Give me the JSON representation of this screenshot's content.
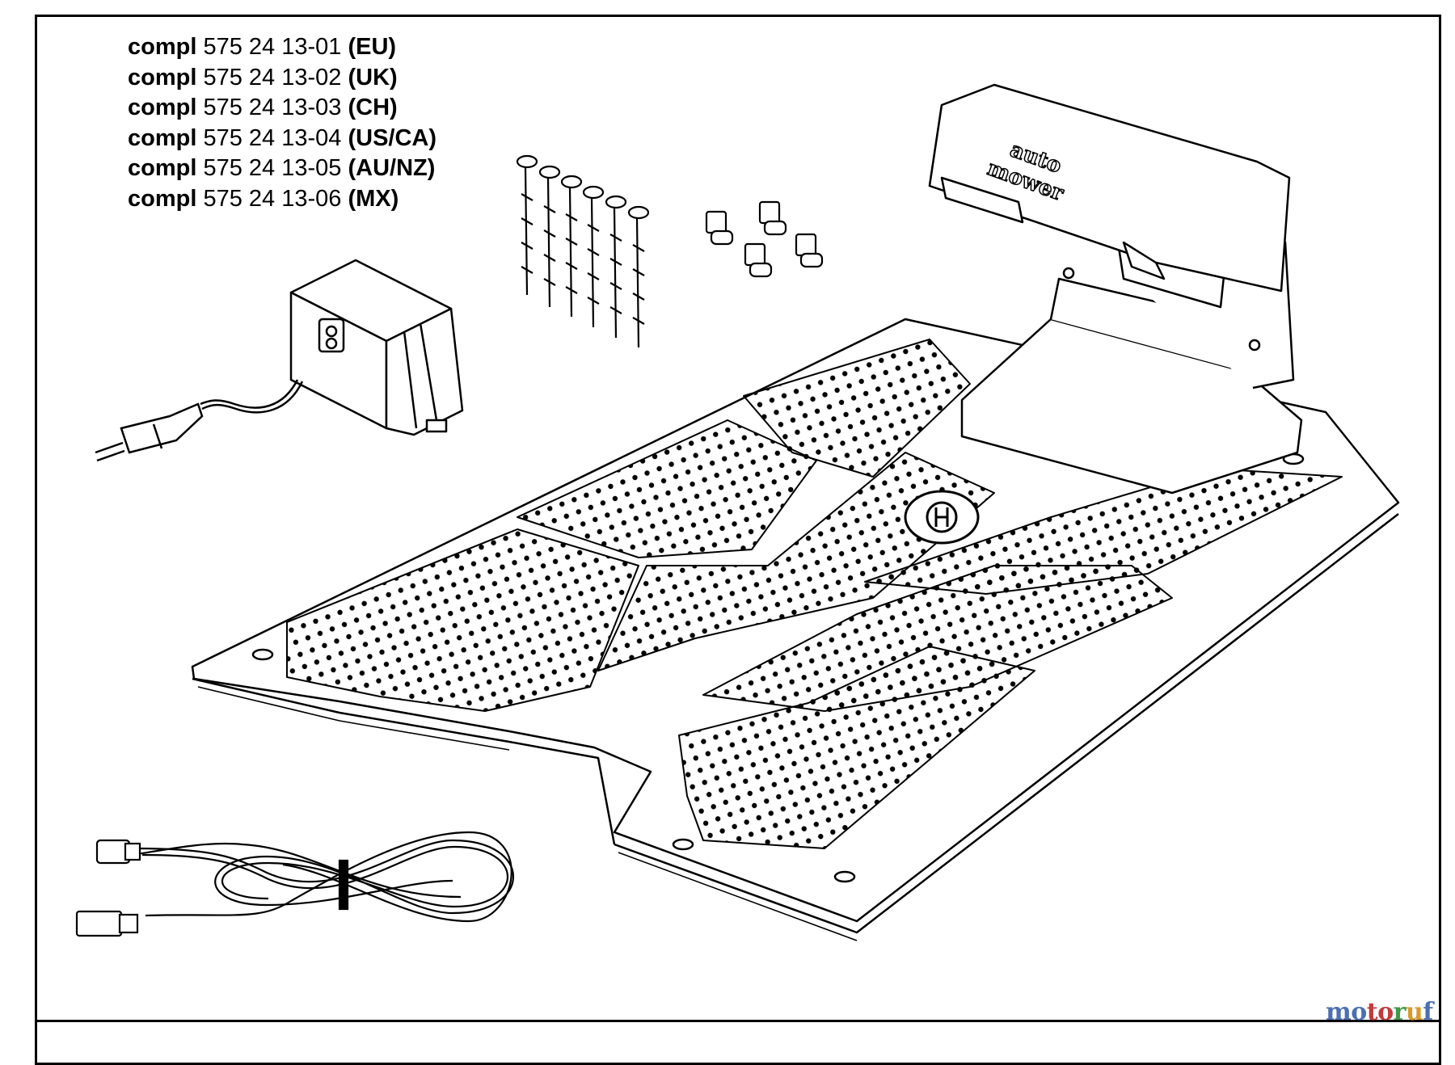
{
  "part_list": [
    {
      "prefix": "compl",
      "number": "575 24 13-01",
      "region": "(EU)"
    },
    {
      "prefix": "compl",
      "number": "575 24 13-02",
      "region": "(UK)"
    },
    {
      "prefix": "compl",
      "number": "575 24 13-03",
      "region": "(CH)"
    },
    {
      "prefix": "compl",
      "number": "575 24 13-04",
      "region": "(US/CA)"
    },
    {
      "prefix": "compl",
      "number": "575 24 13-05",
      "region": "(AU/NZ)"
    },
    {
      "prefix": "compl",
      "number": "575 24 13-06",
      "region": "(MX)"
    }
  ],
  "station_logo_text": [
    "auto",
    "mower"
  ],
  "watermark": {
    "p1": "mo",
    "p2": "to",
    "p3": "r",
    "p4": "u",
    "p5": "f"
  },
  "colors": {
    "line": "#000000",
    "background": "#ffffff"
  }
}
